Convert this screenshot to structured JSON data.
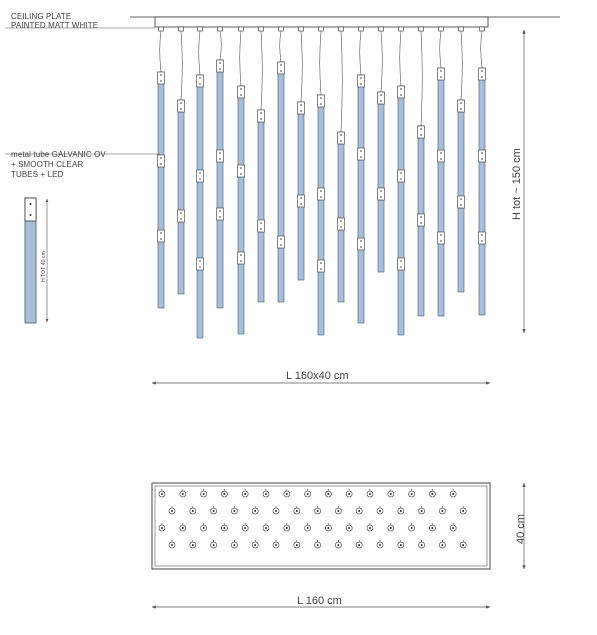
{
  "labels": {
    "ceiling_line1": "CEILING PLATE",
    "ceiling_line2": "PAINTED MATT WHITE",
    "tube_line1": "metal tube GALVANIC OV",
    "tube_line2": "+ SMOOTH CLEAR",
    "tube_line3": "TUBES  + LED",
    "detail_height": "H TOT 40 cm",
    "total_height": "H tot ~ 150 cm",
    "length_elevation": "L 160x40 cm",
    "length_plan": "L 160 cm",
    "depth_plan": "40 cm"
  },
  "colors": {
    "tube_fill": "#a9bfd9",
    "tube_stroke": "#4a5a70",
    "line": "#333333",
    "dim_line": "#555555"
  },
  "icons": {
    "plate_mount": "ceiling-rose-icon",
    "tube_connector": "connector-block-icon",
    "arrow": "dimension-arrow-icon"
  },
  "plan": {
    "rows": 4,
    "columns": 15,
    "suspension_points_count": 60
  }
}
